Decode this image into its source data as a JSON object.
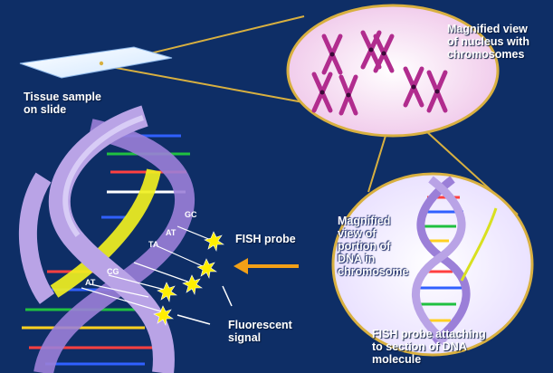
{
  "labels": {
    "tissue": "Tissue sample\non slide",
    "nucleus": "Magnified view\nof nucleus with\nchromosomes",
    "fish_probe": "FISH probe",
    "fluorescent": "Fluorescent\nsignal",
    "dna_portion": "Magnified\nview of\nportion of\nDNA in\nchromosome",
    "probe_attaching": "FISH probe attaching\nto section of DNA\nmolecule"
  },
  "base_pairs": [
    "GC",
    "AT",
    "TA",
    "CG",
    "AT"
  ],
  "colors": {
    "background": "#0e2e66",
    "strand": "#b9a3e6",
    "probe": "#f0f020",
    "callout": "#d8b040",
    "chromosome": "#b12c8e",
    "nucleus": "#f6d6f0"
  }
}
